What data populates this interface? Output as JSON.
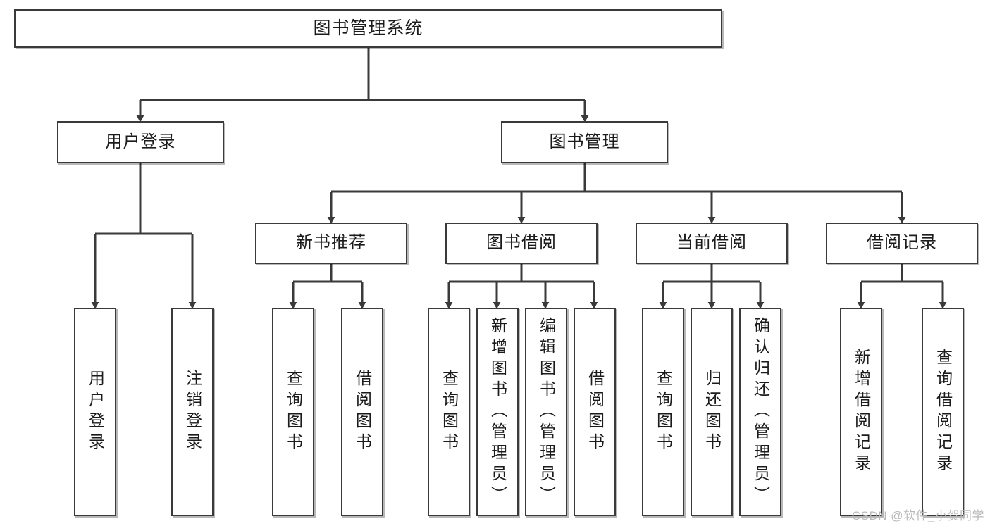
{
  "diagram": {
    "title": "图书管理系统",
    "type": "tree",
    "colors": {
      "node_border": "#3a3a3a",
      "node_fill": "#ffffff",
      "edge": "#3a3a3a",
      "text": "#1b1b1b",
      "watermark": "#b9b9b9"
    },
    "levels": {
      "root": {
        "label": "图书管理系统"
      },
      "level2": [
        {
          "label": "用户登录"
        },
        {
          "label": "图书管理"
        }
      ],
      "level3": [
        {
          "label": "新书推荐"
        },
        {
          "label": "图书借阅"
        },
        {
          "label": "当前借阅"
        },
        {
          "label": "借阅记录"
        }
      ],
      "leaves": [
        {
          "label": "用户登录",
          "parent": "用户登录"
        },
        {
          "label": "注销登录",
          "parent": "用户登录"
        },
        {
          "label": "查询图书",
          "parent": "新书推荐"
        },
        {
          "label": "借阅图书",
          "parent": "新书推荐"
        },
        {
          "label": "查询图书",
          "parent": "图书借阅"
        },
        {
          "label": "新增图书（管理员）",
          "parent": "图书借阅"
        },
        {
          "label": "编辑图书（管理员）",
          "parent": "图书借阅"
        },
        {
          "label": "借阅图书",
          "parent": "图书借阅"
        },
        {
          "label": "查询图书",
          "parent": "当前借阅"
        },
        {
          "label": "归还图书",
          "parent": "当前借阅"
        },
        {
          "label": "确认归还（管理员）",
          "parent": "当前借阅"
        },
        {
          "label": "新增借阅记录",
          "parent": "借阅记录"
        },
        {
          "label": "查询借阅记录",
          "parent": "借阅记录"
        }
      ]
    }
  },
  "watermark": {
    "text": "CSDN @软件_小贺同学"
  }
}
